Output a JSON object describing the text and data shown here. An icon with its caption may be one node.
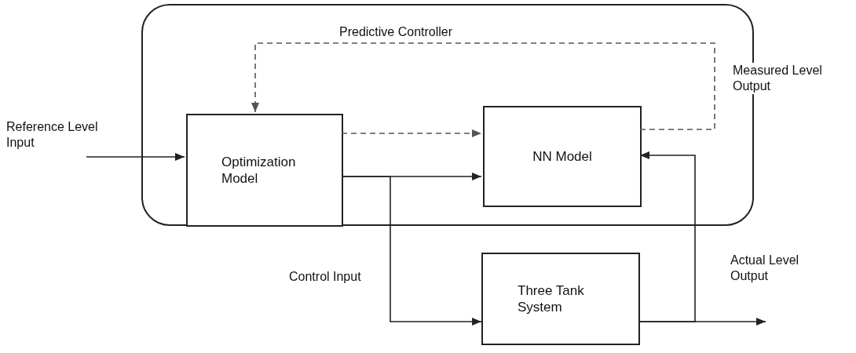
{
  "diagram": {
    "nodes": [
      {
        "text": [
          "Predictive Controller"
        ]
      },
      {
        "text": [
          "Optimization Model"
        ],
        "in": 0
      },
      {
        "text": [
          "NN Model"
        ],
        "in": 0
      },
      {
        "text": [
          "Three Tank System"
        ]
      }
    ],
    "edges": [
      {
        "from": null,
        "to": 1,
        "arrow": "to",
        "label": "Reference Level Input"
      },
      {
        "from": 1,
        "to": 2,
        "arrow": "to",
        "style": "dashed",
        "color": "#555555"
      },
      {
        "from": 1,
        "to": 2,
        "arrow": "to"
      },
      {
        "from": 1,
        "to": 3,
        "arrow": "to",
        "label": "Control Input"
      },
      {
        "from": 2,
        "to": 1,
        "arrow": "to",
        "style": "dashed",
        "color": "#555555"
      },
      {
        "from": 3,
        "to": 2,
        "arrow": "to"
      },
      {
        "from": 3,
        "to": null,
        "arrow": "to",
        "label": "Actual Level Output"
      }
    ],
    "labels": [
      "Measured Level Output"
    ]
  }
}
